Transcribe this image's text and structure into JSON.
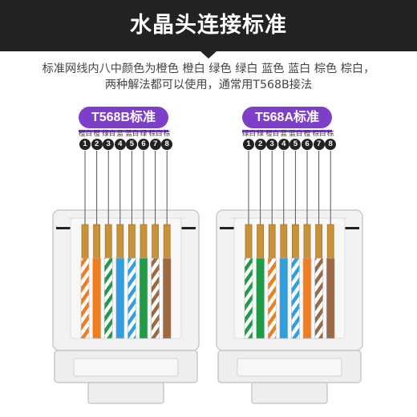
{
  "header": {
    "title": "水晶头连接标准"
  },
  "description": {
    "line1": "标准网线内八中颜色为橙色 橙白 绿色 绿白 蓝色 蓝白 棕色 棕白，",
    "line2": "两种解法都可以使用，通常用T568B接法"
  },
  "colors": {
    "header_bg": "#222222",
    "accent_purple": "#7d3ec8",
    "orange": "#ef7d22",
    "green": "#1f9b4a",
    "blue": "#2e9fe0",
    "brown": "#9b6a45",
    "copper": "#c8923a",
    "plug_body": "#f2f2f2"
  },
  "standards": [
    {
      "label": "T568B标准",
      "pins": [
        {
          "number": "1",
          "label": "橙白",
          "color": "orange",
          "striped": true
        },
        {
          "number": "2",
          "label": "橙",
          "color": "orange",
          "striped": false
        },
        {
          "number": "3",
          "label": "绿白",
          "color": "green",
          "striped": true
        },
        {
          "number": "4",
          "label": "蓝",
          "color": "blue",
          "striped": false
        },
        {
          "number": "5",
          "label": "蓝白",
          "color": "blue",
          "striped": true
        },
        {
          "number": "6",
          "label": "绿",
          "color": "green",
          "striped": false
        },
        {
          "number": "7",
          "label": "棕白",
          "color": "brown",
          "striped": true
        },
        {
          "number": "8",
          "label": "棕",
          "color": "brown",
          "striped": false
        }
      ]
    },
    {
      "label": "T568A标准",
      "pins": [
        {
          "number": "1",
          "label": "绿白",
          "color": "green",
          "striped": true
        },
        {
          "number": "2",
          "label": "绿",
          "color": "green",
          "striped": false
        },
        {
          "number": "3",
          "label": "橙白",
          "color": "orange",
          "striped": true
        },
        {
          "number": "4",
          "label": "蓝",
          "color": "blue",
          "striped": false
        },
        {
          "number": "5",
          "label": "蓝白",
          "color": "blue",
          "striped": true
        },
        {
          "number": "6",
          "label": "橙",
          "color": "orange",
          "striped": false
        },
        {
          "number": "7",
          "label": "棕白",
          "color": "brown",
          "striped": true
        },
        {
          "number": "8",
          "label": "棕",
          "color": "brown",
          "striped": false
        }
      ]
    }
  ]
}
